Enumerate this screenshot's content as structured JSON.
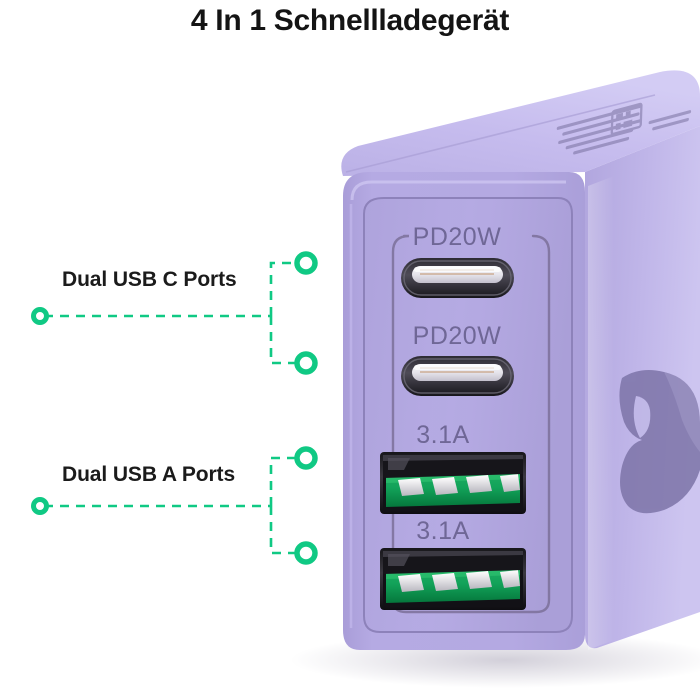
{
  "page": {
    "title": "4 In 1 Schnellladegerät",
    "background_color": "#ffffff"
  },
  "product": {
    "type": "wall-charger",
    "body_color": "#b3a8e0",
    "body_color_light": "#c7bdec",
    "body_color_dark": "#9a8fca",
    "engraving_color": "#6f6796",
    "port_labels": [
      {
        "id": "usb-c-1",
        "text": "PD20W",
        "port_type": "usb-c"
      },
      {
        "id": "usb-c-2",
        "text": "PD20W",
        "port_type": "usb-c"
      },
      {
        "id": "usb-a-1",
        "text": "3.1A",
        "port_type": "usb-a"
      },
      {
        "id": "usb-a-2",
        "text": "3.1A",
        "port_type": "usb-a"
      }
    ],
    "usb_a_tongue_color": "#0f9b52",
    "usb_c_tongue_color": "#e8e6ee"
  },
  "callouts": {
    "accent_color": "#10c984",
    "items": [
      {
        "id": "usb-c-ports",
        "label": "Dual USB C Ports"
      },
      {
        "id": "usb-a-ports",
        "label": "Dual USB A Ports"
      }
    ]
  }
}
